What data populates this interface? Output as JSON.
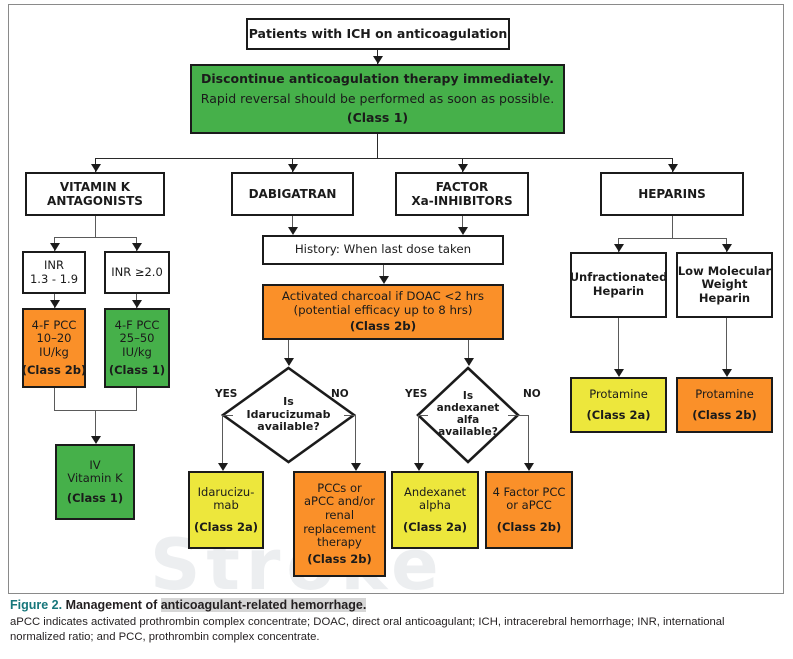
{
  "figure": {
    "watermark": "Stroke",
    "caption_figure_no": "Figure 2.",
    "caption_title_a": " Management of ",
    "caption_title_hl": "anticoagulant-related hemorrhage.",
    "caption_body": "aPCC indicates activated prothrombin complex concentrate; DOAC, direct oral anticoagulant; ICH, intracerebral hemorrhage; INR, international normalized ratio; and PCC, prothrombin complex concentrate."
  },
  "colors": {
    "green": "#46b04a",
    "orange": "#fa9029",
    "yellow": "#ede73c",
    "white": "#ffffff",
    "outline": "#1b1b1b",
    "connector": "#5a5a5a",
    "caption_accent": "#16767a",
    "caption_highlight": "#d6d6d6"
  },
  "nodes": {
    "root": {
      "line1": "Patients with ICH on anticoagulation"
    },
    "discontinue": {
      "line1": "Discontinue anticoagulation therapy immediately.",
      "line2": "Rapid reversal should be performed as soon as possible.",
      "line3": "(Class 1)"
    },
    "branch_vka": {
      "line1": "VITAMIN K",
      "line2": "ANTAGONISTS"
    },
    "branch_dabi": {
      "line1": "DABIGATRAN"
    },
    "branch_fxa": {
      "line1": "FACTOR",
      "line2": "Xa-INHIBITORS"
    },
    "branch_heparins": {
      "line1": "HEPARINS"
    },
    "inr_low": {
      "line1": "INR",
      "line2": "1.3 - 1.9"
    },
    "inr_high": {
      "line1": "INR ≥2.0"
    },
    "pcc_low": {
      "line1": "4-F PCC",
      "line2": "10–20",
      "line3": "IU/kg",
      "line4": "(Class 2b)"
    },
    "pcc_high": {
      "line1": "4-F PCC",
      "line2": "25–50",
      "line3": "IU/kg",
      "line4": "(Class 1)"
    },
    "iv_vit_k": {
      "line1": "IV",
      "line2": "Vitamin K",
      "line3": "(Class 1)"
    },
    "history": {
      "line1": "History: When last dose taken"
    },
    "charcoal": {
      "line1": "Activated charcoal if DOAC <2 hrs",
      "line2": "(potential efficacy up to 8 hrs)",
      "line3": "(Class 2b)"
    },
    "diamond_idaru": {
      "line1": "Is",
      "line2": "Idarucizumab",
      "line3": "available?"
    },
    "idarucizumab": {
      "line1": "Idarucizu-",
      "line2": "mab",
      "line3": "(Class 2a)"
    },
    "pccs_renal": {
      "line1": "PCCs or",
      "line2": "aPCC and/or",
      "line3": "renal",
      "line4": "replacement",
      "line5": "therapy",
      "line6": "(Class 2b)"
    },
    "diamond_andex": {
      "line1": "Is",
      "line2": "andexanet",
      "line3": "alfa",
      "line4": "available?"
    },
    "andexanet": {
      "line1": "Andexanet",
      "line2": "alpha",
      "line3": "(Class 2a)"
    },
    "four_factor": {
      "line1": "4 Factor PCC",
      "line2": "or aPCC",
      "line3": "(Class 2b)"
    },
    "unfractionated": {
      "line1": "Unfractionated",
      "line2": "Heparin"
    },
    "lmwh": {
      "line1": "Low Molecular",
      "line2": "Weight",
      "line3": "Heparin"
    },
    "protamine_a": {
      "line1": "Protamine",
      "line2": "(Class 2a)"
    },
    "protamine_b": {
      "line1": "Protamine",
      "line2": "(Class 2b)"
    }
  },
  "edge_labels": {
    "idaru_yes": "YES",
    "idaru_no": "NO",
    "andex_yes": "YES",
    "andex_no": "NO"
  },
  "flowchart_structure": {
    "type": "flowchart",
    "branches": [
      {
        "name": "Vitamin K antagonists",
        "path": [
          "INR 1.3 - 1.9 → 4-F PCC 10–20 IU/kg (Class 2b)",
          "INR ≥2.0 → 4-F PCC 25–50 IU/kg (Class 1)",
          "both → IV Vitamin K (Class 1)"
        ]
      },
      {
        "name": "Dabigatran",
        "path": [
          "History: When last dose taken",
          "Activated charcoal if DOAC <2 hrs (Class 2b)",
          "Is Idarucizumab available? YES → Idarucizumab (Class 2a); NO → PCCs or aPCC and/or renal replacement therapy (Class 2b)"
        ]
      },
      {
        "name": "Factor Xa-inhibitors",
        "path": [
          "History: When last dose taken",
          "Activated charcoal if DOAC <2 hrs (Class 2b)",
          "Is andexanet alfa available? YES → Andexanet alpha (Class 2a); NO → 4 Factor PCC or aPCC (Class 2b)"
        ]
      },
      {
        "name": "Heparins",
        "path": [
          "Unfractionated Heparin → Protamine (Class 2a)",
          "Low Molecular Weight Heparin → Protamine (Class 2b)"
        ]
      }
    ]
  }
}
